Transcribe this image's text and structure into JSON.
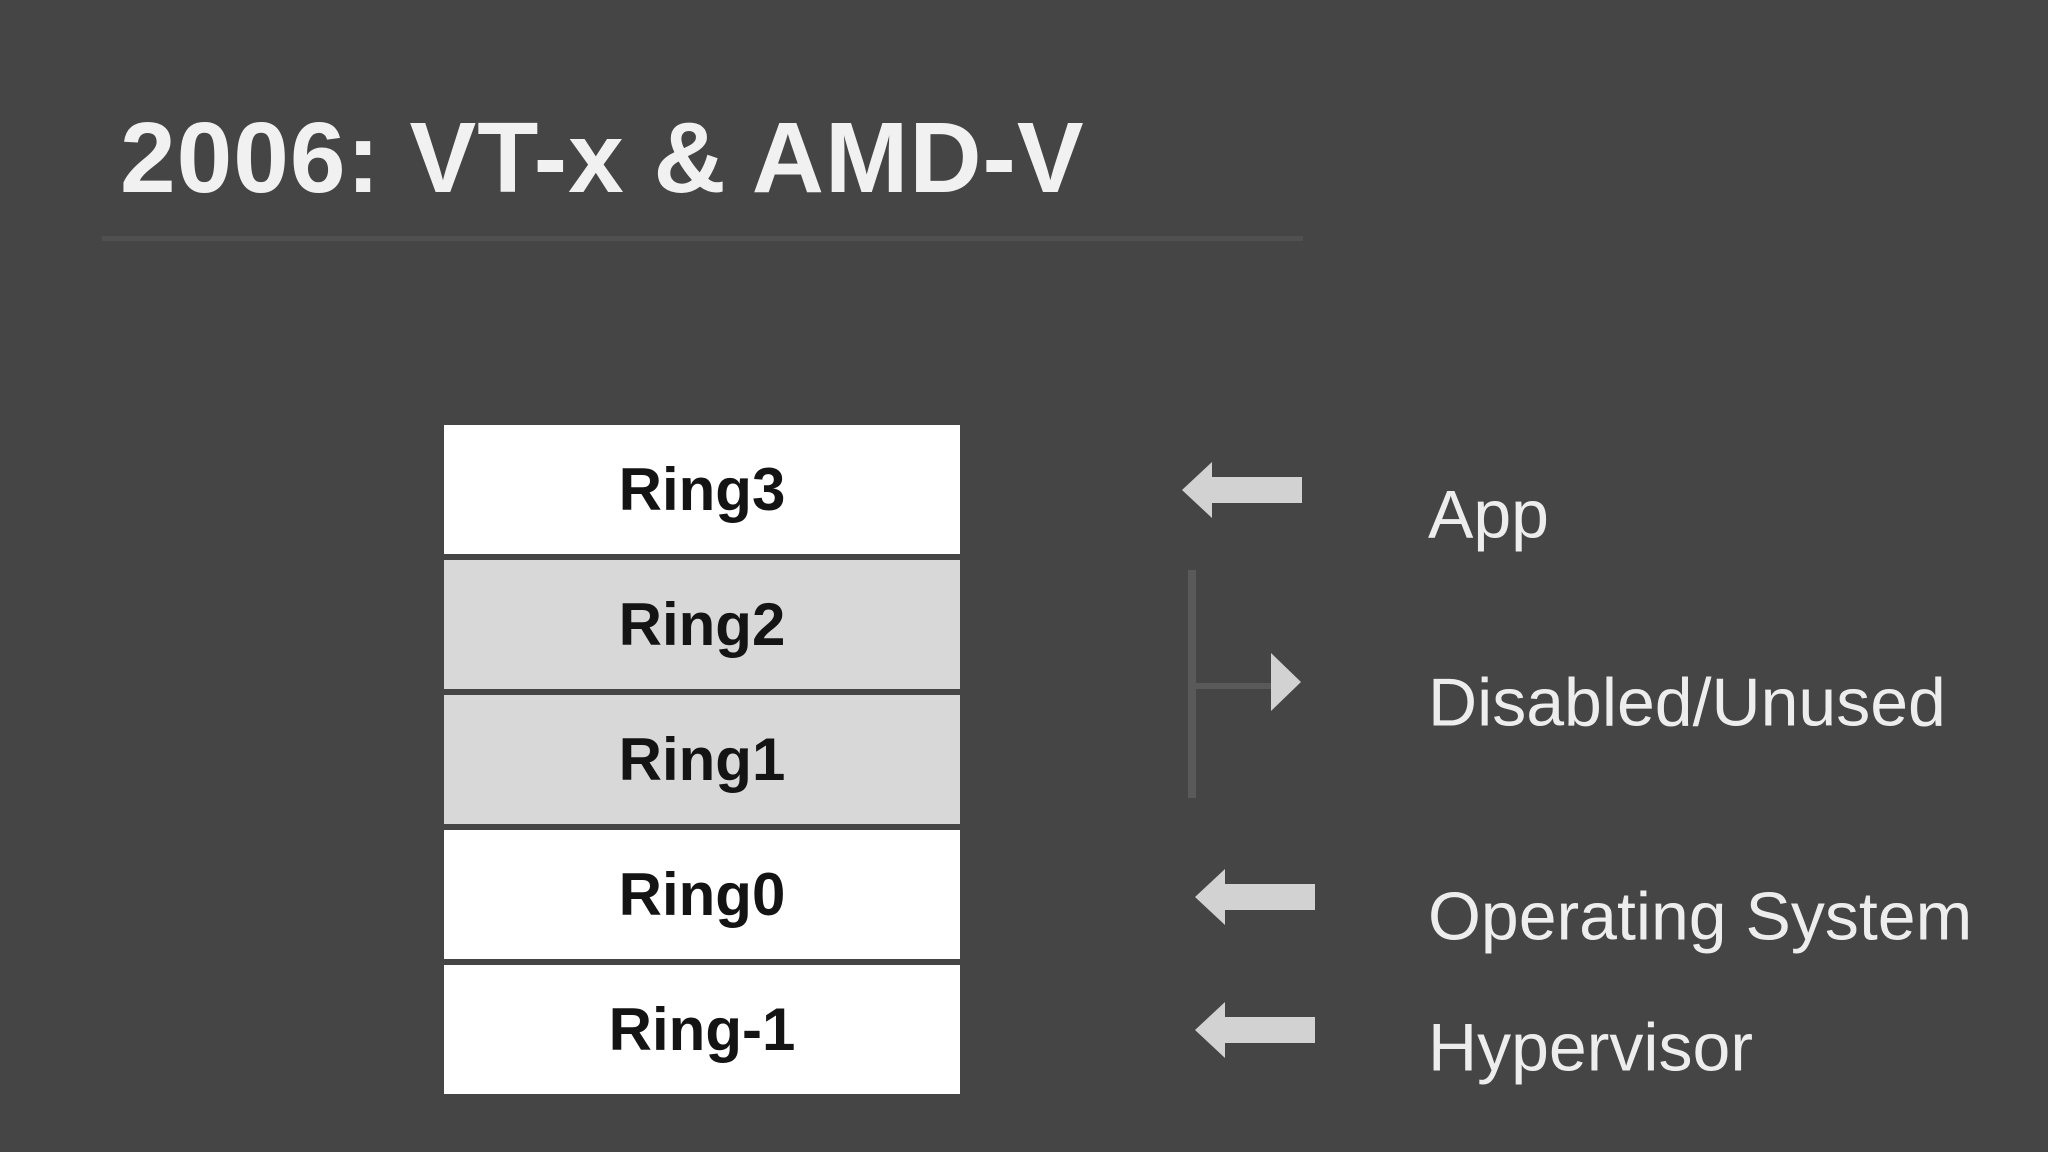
{
  "slide": {
    "title": "2006: VT-x & AMD-V",
    "colors": {
      "background": "#454545",
      "title_text": "#f1f1f1",
      "title_rule": "#505050",
      "box_white": "#ffffff",
      "box_gray": "#d8d8d8",
      "box_text": "#141414",
      "arrow": "#d2d2d2",
      "connector_line": "#595959",
      "label_text": "#ededed"
    },
    "rings": [
      {
        "label": "Ring3",
        "fill": "#ffffff"
      },
      {
        "label": "Ring2",
        "fill": "#d8d8d8"
      },
      {
        "label": "Ring1",
        "fill": "#d8d8d8"
      },
      {
        "label": "Ring0",
        "fill": "#ffffff"
      },
      {
        "label": "Ring-1",
        "fill": "#ffffff"
      }
    ],
    "annotations": [
      {
        "label": "App",
        "indicator": "left-arrow",
        "points_to": "Ring3"
      },
      {
        "label": "Disabled/Unused",
        "indicator": "bracket-with-right-arrow",
        "points_to": "Ring2 + Ring1"
      },
      {
        "label": "Operating System",
        "indicator": "left-arrow",
        "points_to": "Ring0"
      },
      {
        "label": "Hypervisor",
        "indicator": "left-arrow",
        "points_to": "Ring-1"
      }
    ]
  }
}
